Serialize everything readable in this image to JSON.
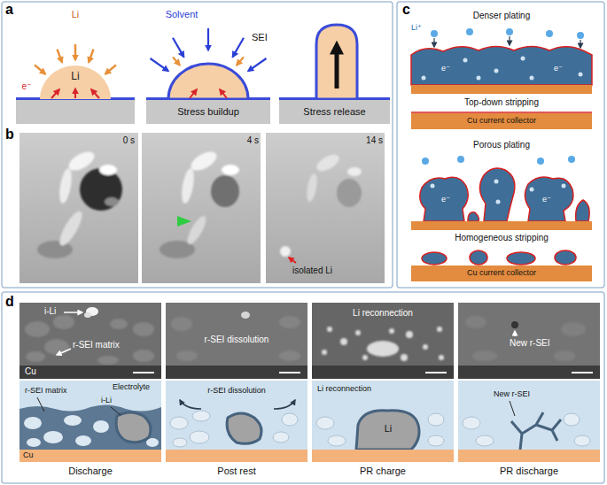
{
  "diagram": {
    "nodes": [
      {
        "text": [
          "Stress buildup"
        ]
      },
      {
        "text": [
          "Stress release"
        ]
      },
      {
        "text": [
          "Cu current collector"
        ]
      },
      {
        "text": [
          "Cu current collector"
        ]
      },
      {
        "text": [
          "Cu"
        ]
      }
    ],
    "labels": [
      "a",
      "Li",
      "Li",
      "e⁻",
      "Solvent",
      "SEI",
      "b",
      "0 s",
      "4 s",
      "14 s",
      "isolated Li",
      "c",
      "Denser plating",
      "Li⁺",
      "e⁻",
      "e⁻",
      "Top-down stripping",
      "Porous plating",
      "e⁻",
      "e⁻",
      "Homogeneous stripping",
      "d",
      "i-Li",
      "r-SEI matrix",
      "Cu",
      "r-SEI dissolution",
      "Li reconnection",
      "New r-SEI",
      "Electrolyte",
      "r-SEI matrix",
      "i-Li",
      "r-SEI dissolution",
      "Li",
      "Li reconnection",
      "New r-SEI",
      "Discharge",
      "Post rest",
      "PR charge",
      "PR discharge"
    ]
  }
}
